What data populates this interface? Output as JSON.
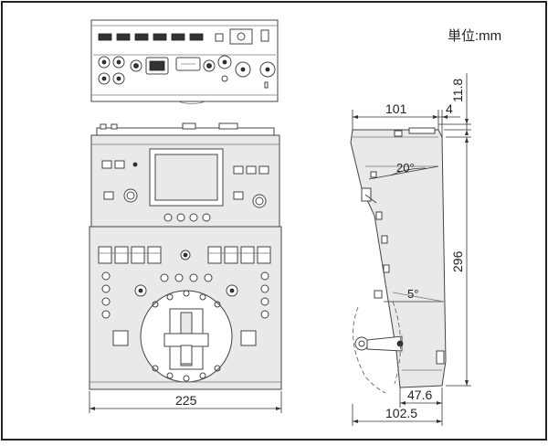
{
  "unit_label": "単位:mm",
  "dimensions": {
    "front_width": "225",
    "side_top_depth": "101",
    "side_top_offset": "4",
    "side_height_top_step": "11.8",
    "side_height": "296",
    "side_bottom_depth": "47.6",
    "side_total_depth": "102.5",
    "angle_top": "20°",
    "angle_lower": "5°"
  },
  "colors": {
    "line": "#444444",
    "panel_fill": "#e9e9e9",
    "dark_fill": "#333333"
  }
}
